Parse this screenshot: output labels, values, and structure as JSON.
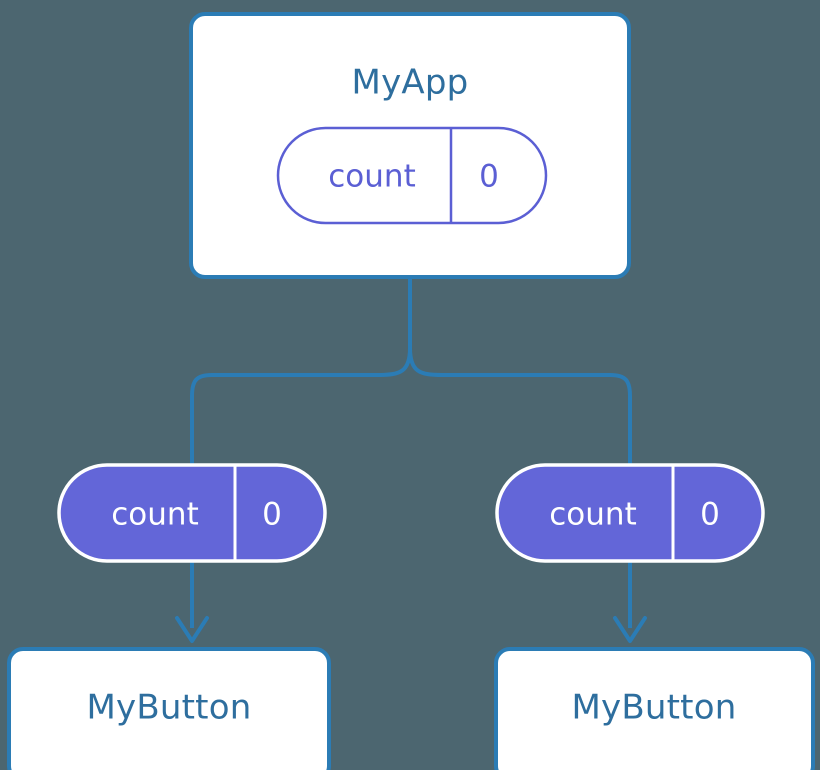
{
  "diagram": {
    "type": "component-tree",
    "background_color": "#4c6670",
    "stroke_color": "#2b7cb5",
    "accent_color": "#5b5fd4",
    "card_fill": "#ffffff",
    "pill_fill": "#6366d8",
    "title_color": "#2e6e9e",
    "root": {
      "name": "root-component",
      "title": "MyApp",
      "state": {
        "key": "count",
        "value": "0"
      }
    },
    "branches": [
      {
        "name": "left-branch",
        "prop": {
          "key": "count",
          "value": "0"
        },
        "child": {
          "name": "left-child-component",
          "title": "MyButton"
        }
      },
      {
        "name": "right-branch",
        "prop": {
          "key": "count",
          "value": "0"
        },
        "child": {
          "name": "right-child-component",
          "title": "MyButton"
        }
      }
    ]
  }
}
